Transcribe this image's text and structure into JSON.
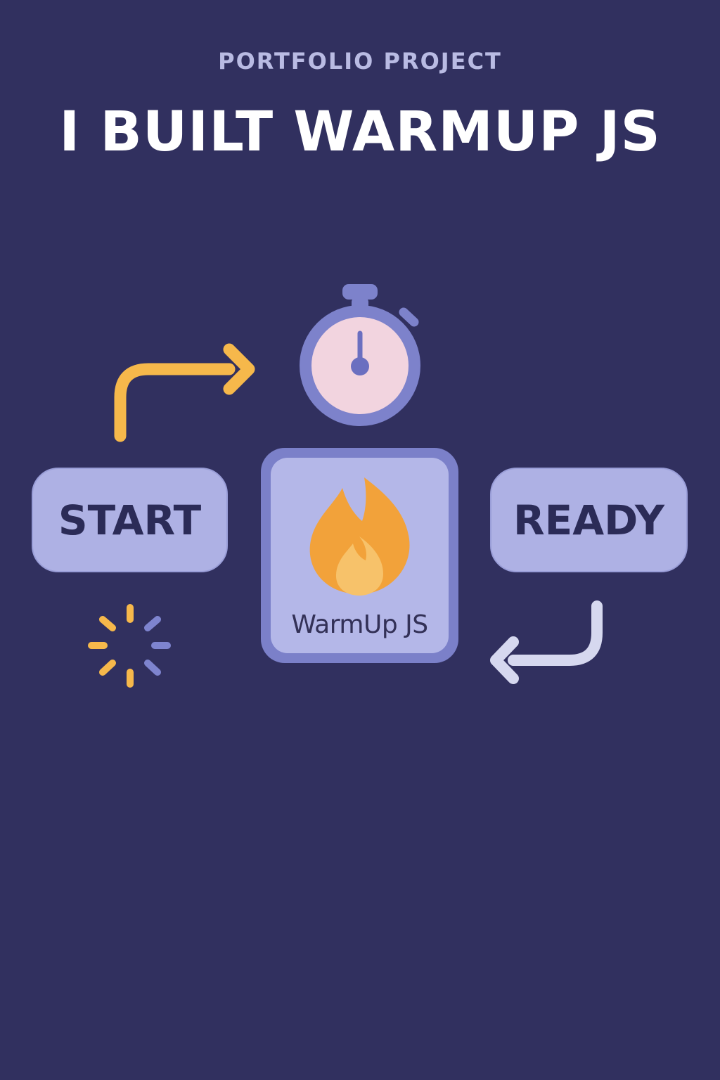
{
  "header": {
    "eyebrow": "PORTFOLIO PROJECT",
    "title": "I BUILT WARMUP JS"
  },
  "flow": {
    "start_label": "START",
    "center_label": "WarmUp JS",
    "ready_label": "READY"
  },
  "icons": {
    "stopwatch": "stopwatch-icon",
    "flame": "flame-icon",
    "loading": "loading-spinner-icon",
    "arrow_start_to_timer": "arrow-up-right-icon",
    "arrow_ready_return": "arrow-return-left-icon"
  },
  "colors": {
    "background": "#31305f",
    "pill": "#aeb1e4",
    "card_outer": "#7b80c9",
    "card_inner": "#b4b7e8",
    "accent_yellow": "#f6b84b",
    "accent_orange": "#f2a23a",
    "timer_face": "#f2d4df",
    "light_arrow": "#d6d8ef"
  }
}
